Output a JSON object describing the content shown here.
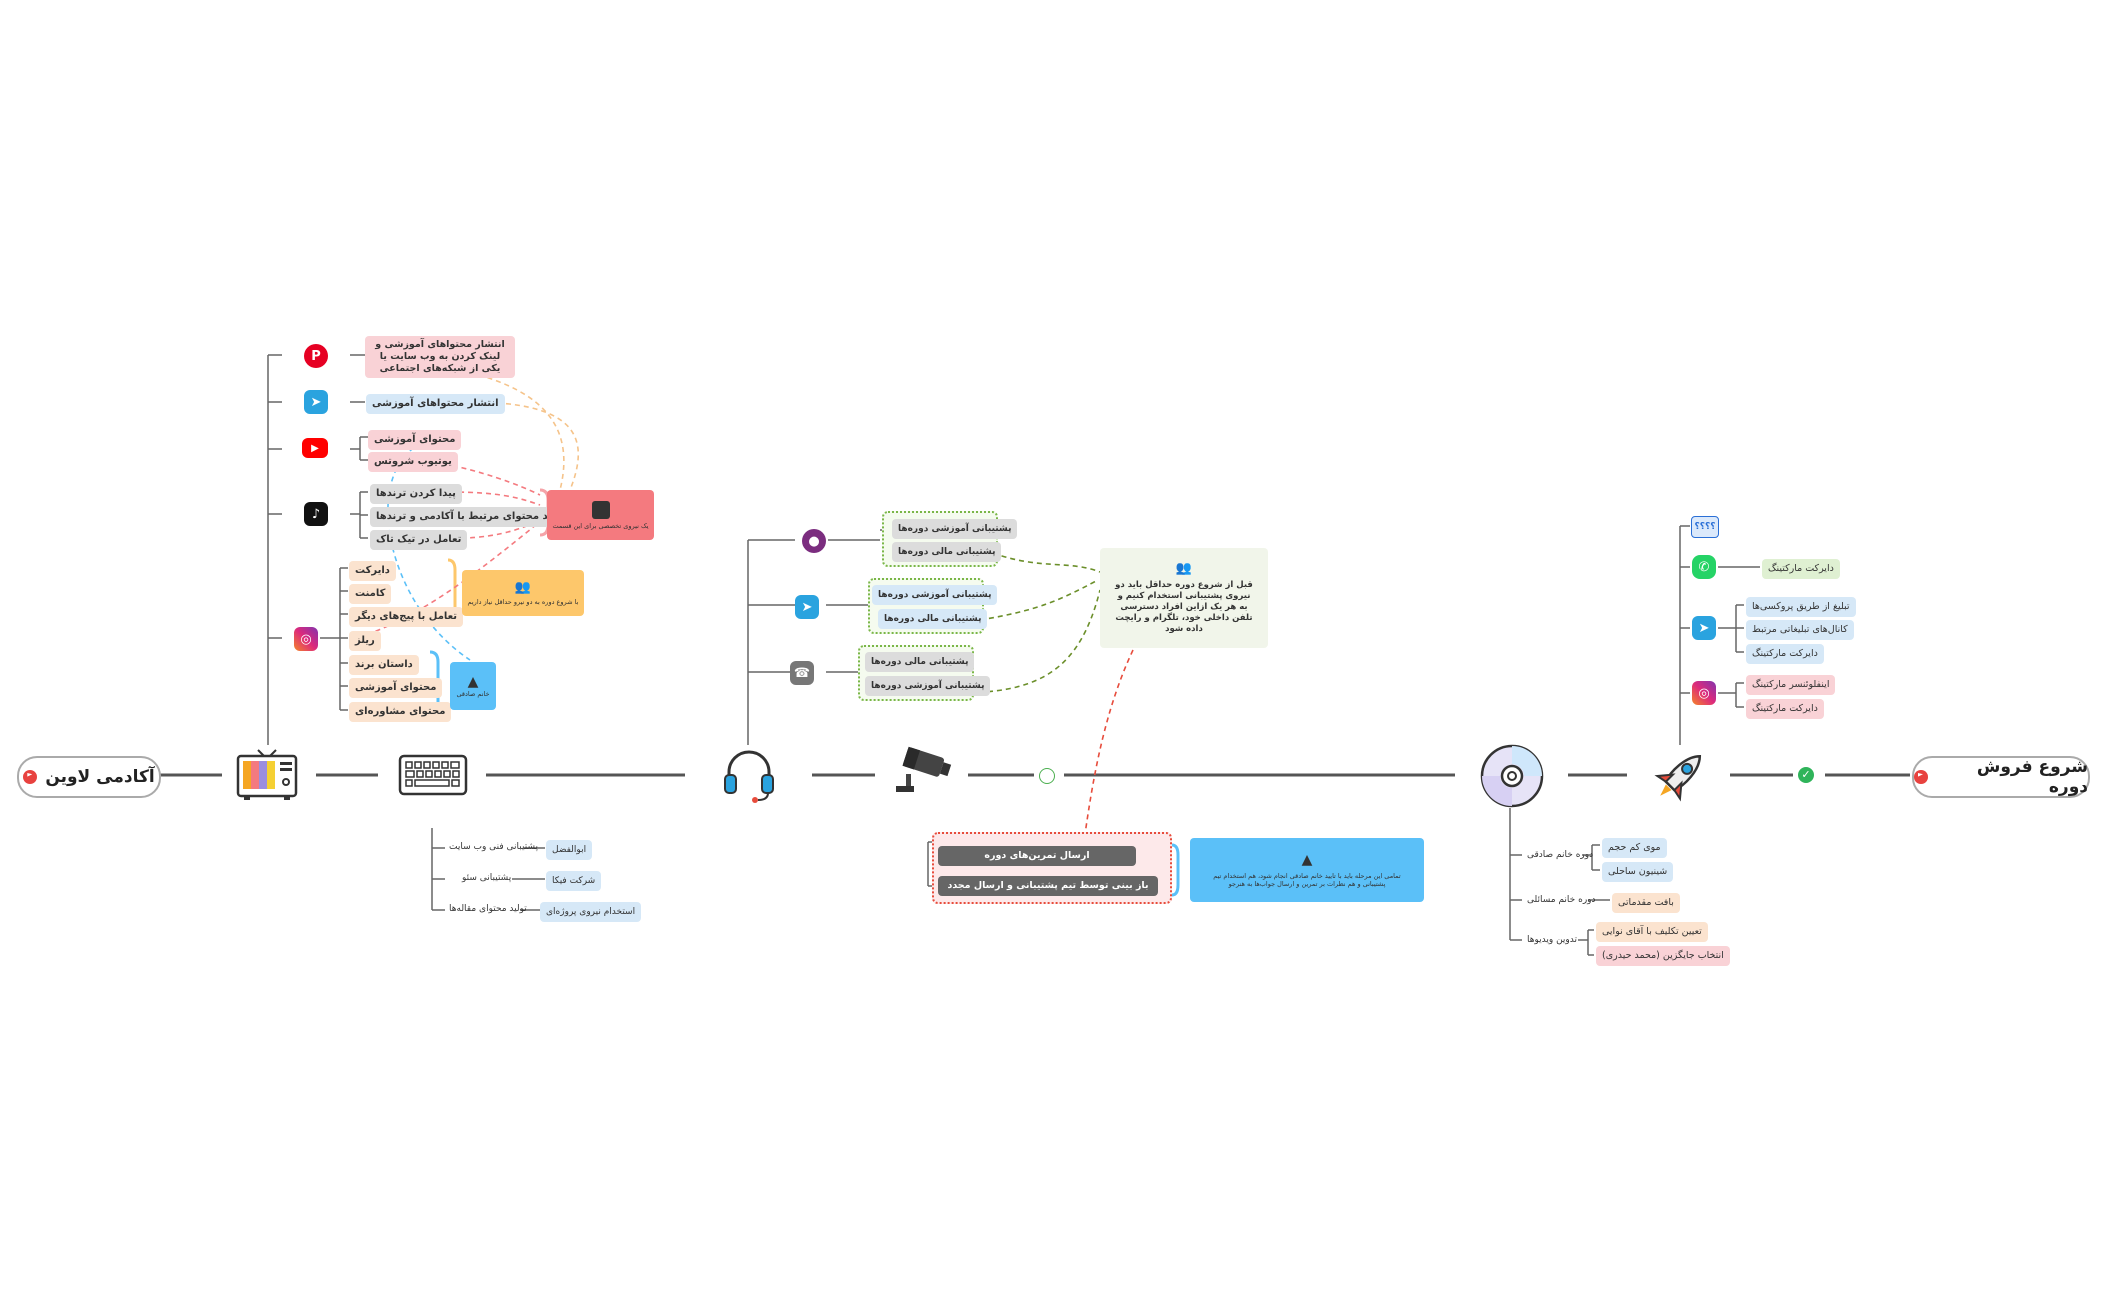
{
  "start_node": {
    "label": "آکادمی لاوین",
    "icon": "flag-icon"
  },
  "end_node": {
    "label": "شروع فروش دوره",
    "icon": "flag-icon"
  },
  "main_icons": [
    "tv-icon",
    "keyboard-icon",
    "headset-icon",
    "camera-icon",
    "compact-disc-icon",
    "rocket-icon"
  ],
  "marketing": {
    "pinterest_note": "انتشار محتواهای آموزشی و لینک کردن به وب سایت یا یکی از شبکه‌های اجتماعی",
    "telegram_note": "انتشار محتواهای آموزشی",
    "youtube_items": [
      "محتوای آموزشی",
      "یوتیوب شروتس"
    ],
    "tiktok_items": [
      "پیدا کردن ترندها",
      "تولید محتوای مرتبط با آکادمی و ترندها",
      "تعامل در تیک تاک"
    ],
    "instagram_items": [
      "دایرکت",
      "کامنت",
      "تعامل با پیج‌های دیگر",
      "ریلز",
      "داستان برند",
      "محتوای آموزشی",
      "محتوای مشاوره‌ای"
    ],
    "specialist_box": "یک نیروی تخصصی برای این قسمت",
    "team_box": "با شروع دوره به دو نیرو حداقل نیاز داریم",
    "khanum_box": "خانم صادقی"
  },
  "web_support": {
    "rows": [
      {
        "task": "پشتیبانی فنی وب سایت",
        "who": "ابوالفضل"
      },
      {
        "task": "پشتیبانی سئو",
        "who": "شرکت فیکا"
      },
      {
        "task": "تولید محتوای مقاله‌ها",
        "who": "استخدام نیروی پروژه‌ای"
      }
    ]
  },
  "support": {
    "group1": [
      "پشتیبانی آموزشی دوره‌ها",
      "پشتیبانی مالی دوره‌ها"
    ],
    "group2": [
      "پشتیبانی آموزشی دوره‌ها",
      "پشتیبانی مالی دوره‌ها"
    ],
    "group3": [
      "پشتیبانی مالی دوره‌ها",
      "پشتیبانی آموزشی دوره‌ها"
    ],
    "note": "قبل از شروع دوره حداقل باید دو نیروی پشتیبانی استخدام کنیم و به هر یک ازاین افراد دسترسی تلفن داخلی خود، تلگرام و رایچت داده شود"
  },
  "exercises": {
    "items": [
      "ارسال تمرین‌های دوره",
      "باز بینی توسط تیم پشتیبانی و ارسال مجدد"
    ],
    "note": "تمامی این مرحله باید با تایید خانم صادقی انجام شود، هم استخدام تیم پشتیبانی و هم نظرات بر تمرین و ارسال جواب‌ها به هنرجو"
  },
  "production": {
    "rows": [
      {
        "label": "دوره خانم صادقی",
        "items": [
          "موی کم حجم",
          "شینیون ساحلی"
        ]
      },
      {
        "label": "دوره خانم مسائلی",
        "items": [
          "بافت مقدماتی"
        ]
      },
      {
        "label": "تدوین ویدیوها",
        "items": [
          "تعیین تکلیف با آقای نوایی",
          "انتخاب جایگزین (محمد حیدری)"
        ]
      }
    ]
  },
  "sales": {
    "unknown_label": "؟؟؟؟",
    "whatsapp_items": [
      "دایرکت مارکتینگ"
    ],
    "telegram_items": [
      "تبلیغ از طریق پروکسی‌ها",
      "کانال‌های تبلیغاتی مرتبط",
      "دایرکت مارکتینگ"
    ],
    "instagram_items": [
      "اینفلوئنسر مارکتینگ",
      "دایرکت مارکتینگ"
    ]
  },
  "colors": {
    "pinterest": "#e60023",
    "telegram": "#2aa3df",
    "youtube": "#ff0000",
    "instagram": "#e1306c",
    "whatsapp": "#25d366",
    "green_dash": "#6b8f2a",
    "red_dash": "#e74c3c",
    "blue_box": "#5bc0f8",
    "pink_box": "#f47a7f",
    "orange_box": "#fdc76b"
  }
}
